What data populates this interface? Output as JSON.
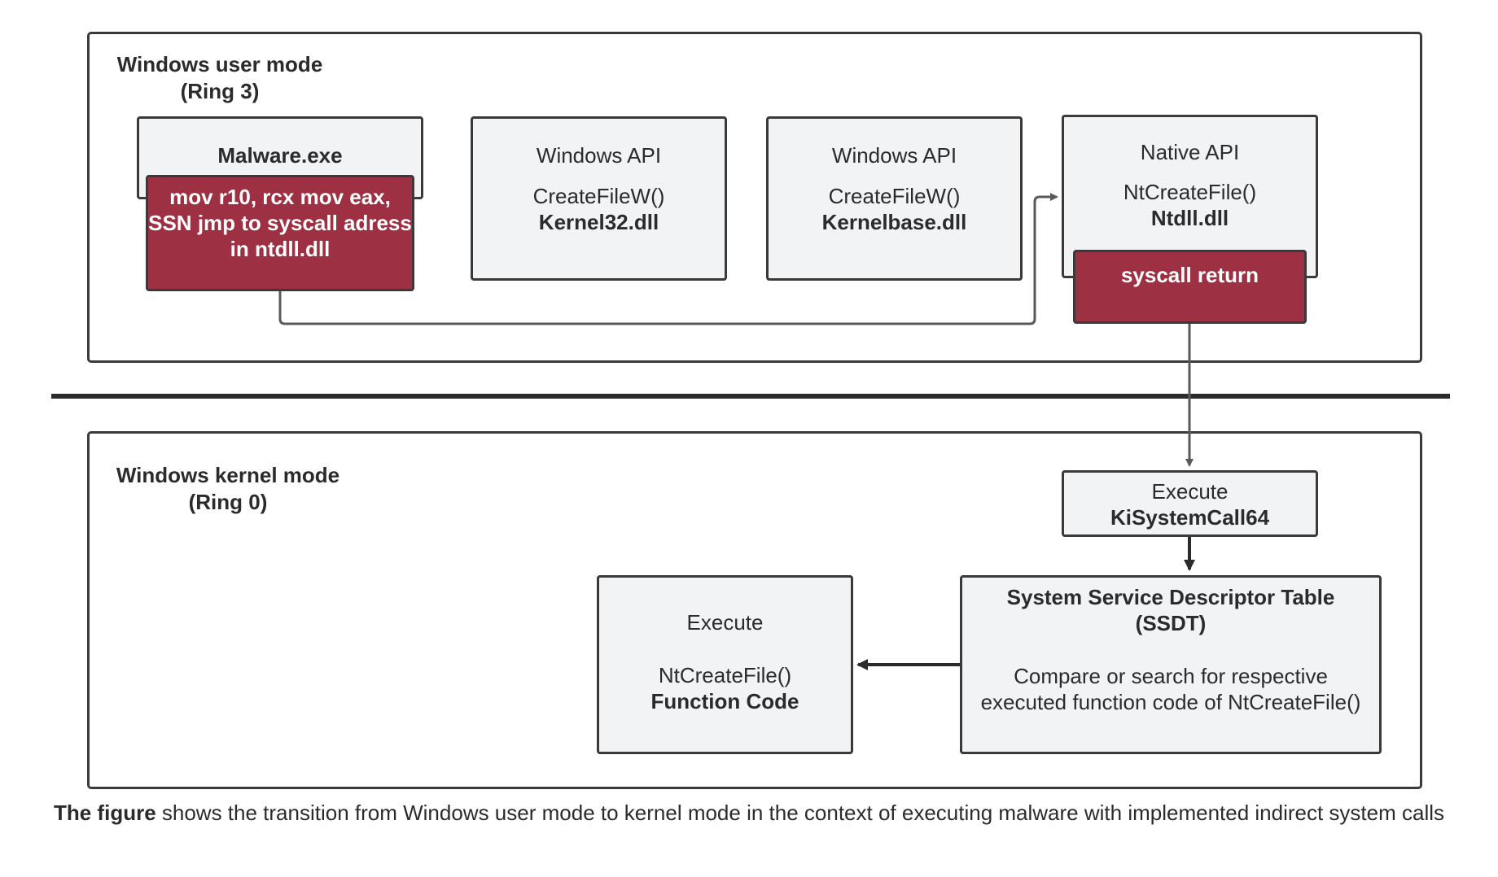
{
  "user_mode": {
    "title_line1": "Windows user mode",
    "title_line2": "(Ring 3)",
    "malware": {
      "title": "Malware.exe",
      "code": [
        "mov r10, rcx",
        "mov eax, SSN",
        "jmp to syscall adress",
        "in ntdll.dll"
      ]
    },
    "api_kernel32": {
      "line1": "Windows API",
      "line2": "CreateFileW()",
      "line3": "Kernel32.dll"
    },
    "api_kernelbase": {
      "line1": "Windows API",
      "line2": "CreateFileW()",
      "line3": "Kernelbase.dll"
    },
    "native_api": {
      "line1": "Native API",
      "line2": "NtCreateFile()",
      "line3": "Ntdll.dll",
      "stub": [
        "syscall",
        "return"
      ]
    }
  },
  "kernel_mode": {
    "title_line1": "Windows kernel mode",
    "title_line2": "(Ring 0)",
    "ki_syscall": {
      "line1": "Execute",
      "line2": "KiSystemCall64"
    },
    "ssdt": {
      "title_line1": "System Service Descriptor Table",
      "title_line2": "(SSDT)",
      "desc_line1": "Compare or search for respective",
      "desc_line2": "executed function code of NtCreateFile()"
    },
    "function_code": {
      "line1": "Execute",
      "line2": "NtCreateFile()",
      "line3": "Function Code"
    }
  },
  "caption": {
    "bold": "The figure",
    "text": " shows the transition from Windows user mode to kernel mode in the context of executing malware with implemented indirect system calls"
  },
  "colors": {
    "accent_red": "#9e3043",
    "box_fill": "#f2f3f5",
    "stroke": "#3a3a3a",
    "connector": "#5a5a5a"
  }
}
